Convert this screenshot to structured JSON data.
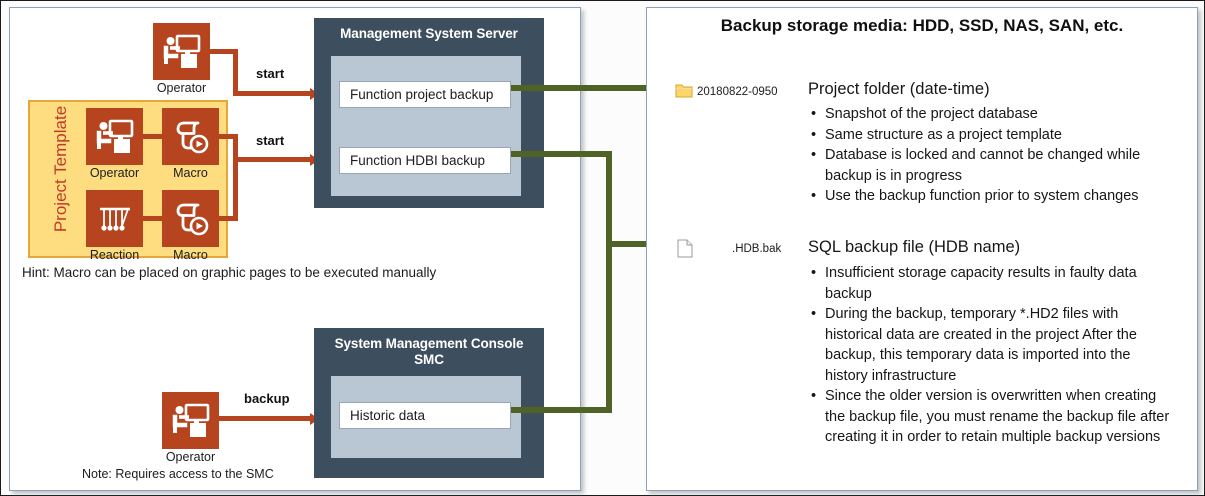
{
  "diagram": {
    "title_right": "Backup storage media: HDD, SSD, NAS, SAN, etc."
  },
  "left": {
    "project_template_label": "Project Template",
    "nodes": {
      "operator_top": "Operator",
      "operator_tpl": "Operator",
      "macro_top": "Macro",
      "reaction": "Reaction",
      "macro_bottom": "Macro",
      "operator_smc": "Operator"
    },
    "edges": {
      "start_1": "start",
      "start_2": "start",
      "backup": "backup"
    },
    "server": {
      "title": "Management System Server",
      "functions": [
        "Function project backup",
        "Function HDBI backup"
      ]
    },
    "smc": {
      "title_line1": "System Management Console",
      "title_line2": "SMC",
      "functions": [
        "Historic data"
      ]
    },
    "hint": "Hint: Macro can be placed on graphic pages to be executed manually",
    "note": "Note: Requires access to the SMC"
  },
  "right": {
    "items": [
      {
        "icon": "folder-icon",
        "icon_label": "20180822-0950",
        "heading": "Project folder (date-time)",
        "bullets": [
          "Snapshot of the project database",
          "Same structure as a project template",
          "Database is locked and cannot be changed while backup is in progress",
          "Use the backup function prior to system changes"
        ]
      },
      {
        "icon": "file-icon",
        "icon_label": ".HDB.bak",
        "heading": "SQL backup file (HDB name)",
        "bullets": [
          "Insufficient storage capacity results in faulty data backup",
          "During the backup, temporary *.HD2 files with historical data are created in the project After the backup, this temporary data is imported into the history infrastructure",
          "Since the older version is overwritten when creating the backup file, you must rename the backup file after creating it in order to retain multiple backup versions"
        ]
      }
    ]
  },
  "colors": {
    "orange": "#b6441e",
    "green": "#4f6327",
    "slate": "#3d4f5e",
    "inner_blue": "#b9c7d4",
    "yellow": "#fddd80",
    "yellow_border": "#e7a63a",
    "red_text": "#c0392b"
  }
}
